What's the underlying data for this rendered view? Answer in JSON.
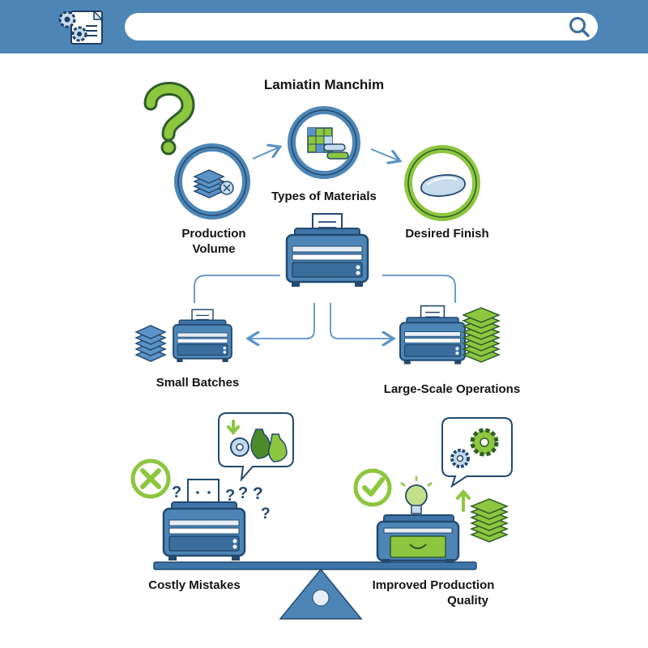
{
  "header": {
    "search": {
      "value": "",
      "placeholder": ""
    },
    "icons": {
      "app": "settings-document-icon",
      "search": "search-icon"
    }
  },
  "diagram": {
    "title": "Lamiatin Manchim",
    "factors": [
      {
        "label_lines": [
          "Production",
          "Volume"
        ],
        "icon": "stacked-sheets-icon"
      },
      {
        "label_lines": [
          "Types of Materials"
        ],
        "icon": "materials-icon"
      },
      {
        "label_lines": [
          "Desired Finish"
        ],
        "icon": "glossy-finish-icon"
      }
    ],
    "branches": {
      "left": {
        "label": "Small Batches"
      },
      "right": {
        "label": "Large-Scale Operations"
      }
    },
    "outcomes": {
      "negative": {
        "label_lines": [
          "Costly Mistakes"
        ],
        "marks": [
          "?",
          "?",
          "?",
          "?",
          "?"
        ]
      },
      "positive": {
        "label_lines": [
          "Improved Production",
          "Quality"
        ]
      }
    }
  },
  "colors": {
    "header": "#4d86b6",
    "primary_blue": "#3f74a8",
    "dark_blue": "#2b5687",
    "light_blue": "#c7dbee",
    "green": "#8dc63f",
    "dark_green": "#4c8a2a",
    "arrow": "#5b93c7"
  }
}
